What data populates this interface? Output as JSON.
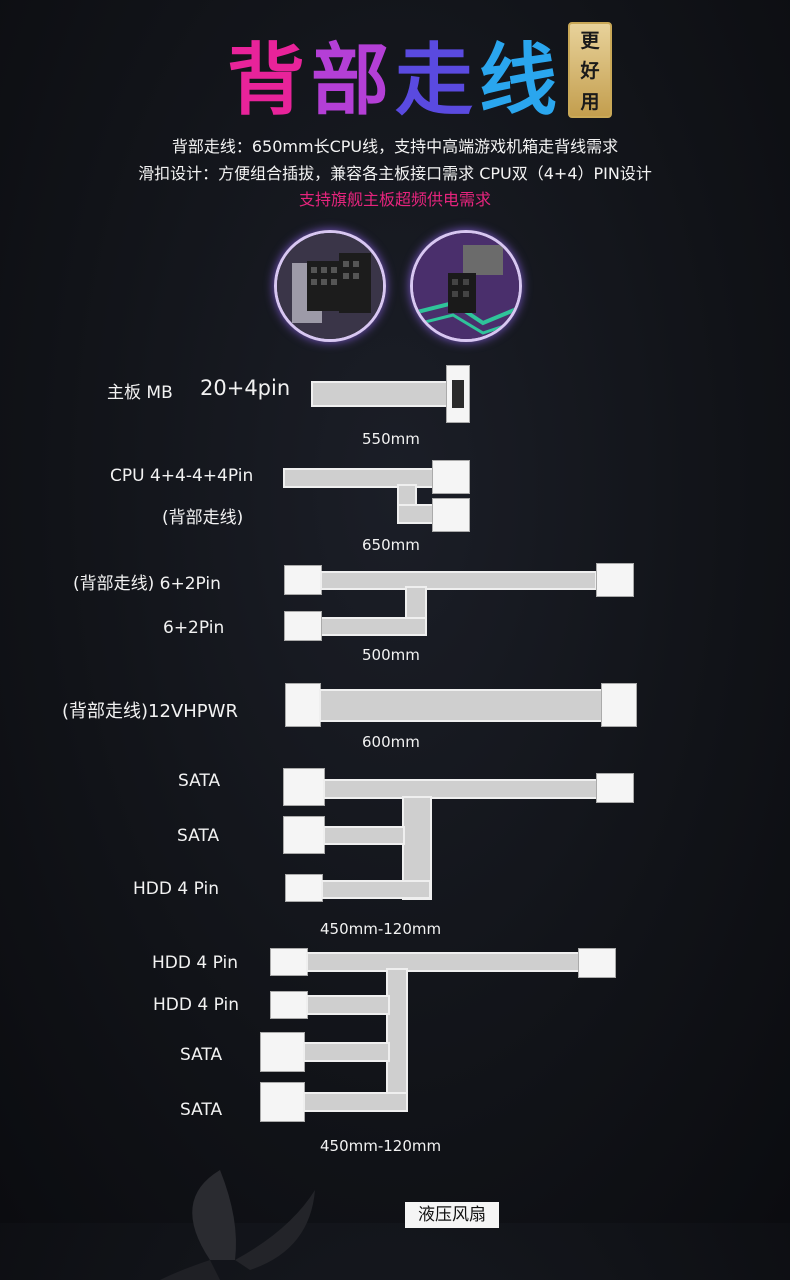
{
  "header": {
    "title_chars": [
      "背",
      "部",
      "走",
      "线"
    ],
    "title_colors": [
      "#e8239a",
      "#b43fd6",
      "#5a4ae0",
      "#2aa6ee"
    ],
    "badge_chars": [
      "更",
      "好",
      "用"
    ],
    "line1": "背部走线：650mm长CPU线，支持中高端游戏机箱走背线需求",
    "line2": "滑扣设计：方便组合插拔，兼容各主板接口需求    CPU双（4+4）PIN设计",
    "line3": "支持旗舰主板超频供电需求"
  },
  "cables": {
    "mb": {
      "label": "主板 MB",
      "pins": "20+4pin",
      "length": "550mm"
    },
    "cpu": {
      "label1": "CPU 4+4-4+4Pin",
      "label2": "(背部走线)",
      "length": "650mm"
    },
    "pcie": {
      "label1": "(背部走线) 6+2Pin",
      "label2": "6+2Pin",
      "length": "500mm"
    },
    "vhpwr": {
      "label": "(背部走线)12VHPWR",
      "length": "600mm"
    },
    "sata_group": {
      "label1": "SATA",
      "label2": "SATA",
      "label3": "HDD 4 Pin",
      "length": "450mm-120mm"
    },
    "hdd_group": {
      "label1": "HDD 4 Pin",
      "label2": "HDD 4 Pin",
      "label3": "SATA",
      "label4": "SATA",
      "length": "450mm-120mm"
    }
  },
  "footer": {
    "fan_label": "液压风扇"
  }
}
